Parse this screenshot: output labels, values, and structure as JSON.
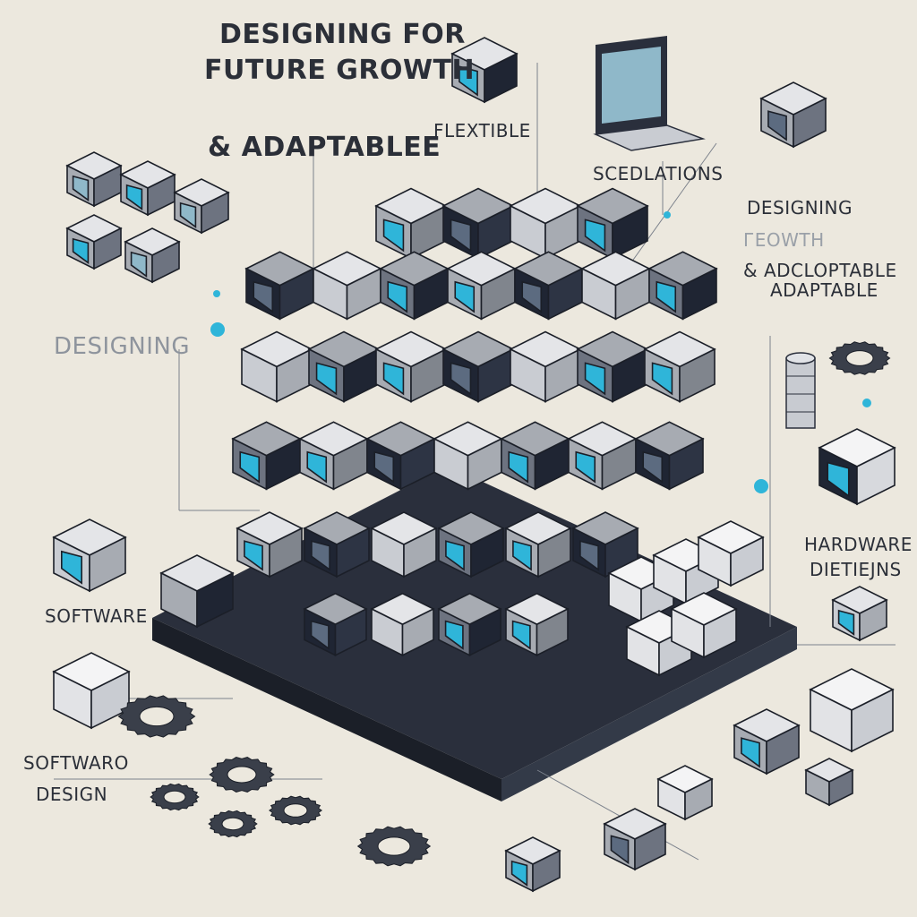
{
  "title": {
    "line1": "DESIGNING FOR",
    "line2": "FUTURE GROWTH",
    "line3": "& ADAPTABLEE"
  },
  "labels": {
    "flexible": "FLEXTIBLE",
    "scalations": "SCEDLATIONS",
    "designing_right": "DESIGNING",
    "growth_right": "ГЕOWTH",
    "adaptable_right_1": "& ADCLOPTABLE",
    "adaptable_right_2": "ADAPTABLE",
    "designing_left": "DESIGNING",
    "software": "SOFTWARE",
    "software_design_1": "SOFTWARO",
    "software_design_2": "DESIGN",
    "hardware_1": "HARDWARE",
    "hardware_2": "DIETIEJNS"
  },
  "colors": {
    "background": "#ece8de",
    "cube_dark": "#1f2533",
    "cube_grey": "#a7abb2",
    "cube_light": "#e4e5e8",
    "accent_cyan": "#2fb5d9",
    "ink": "#2b2f38"
  }
}
